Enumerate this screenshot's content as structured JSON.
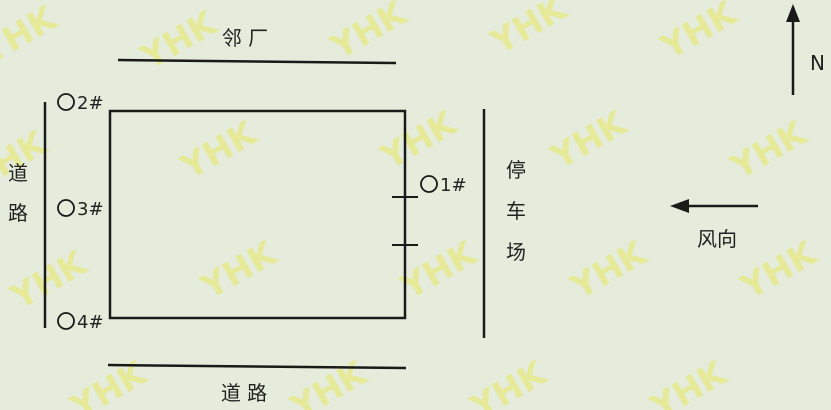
{
  "labels": {
    "neighbor_factory": "邻 厂",
    "road_bottom": "道 路",
    "road_left_1": "道",
    "road_left_2": "路",
    "parking_1": "停",
    "parking_2": "车",
    "parking_3": "场",
    "wind_direction": "风向",
    "north": "N"
  },
  "monitoring_points": [
    {
      "id": "1#"
    },
    {
      "id": "2#"
    },
    {
      "id": "3#"
    },
    {
      "id": "4#"
    }
  ],
  "watermark": "YHK",
  "colors": {
    "background": "#e5ecdc",
    "line": "#1a1a1a",
    "watermark": "#e6e87a"
  }
}
